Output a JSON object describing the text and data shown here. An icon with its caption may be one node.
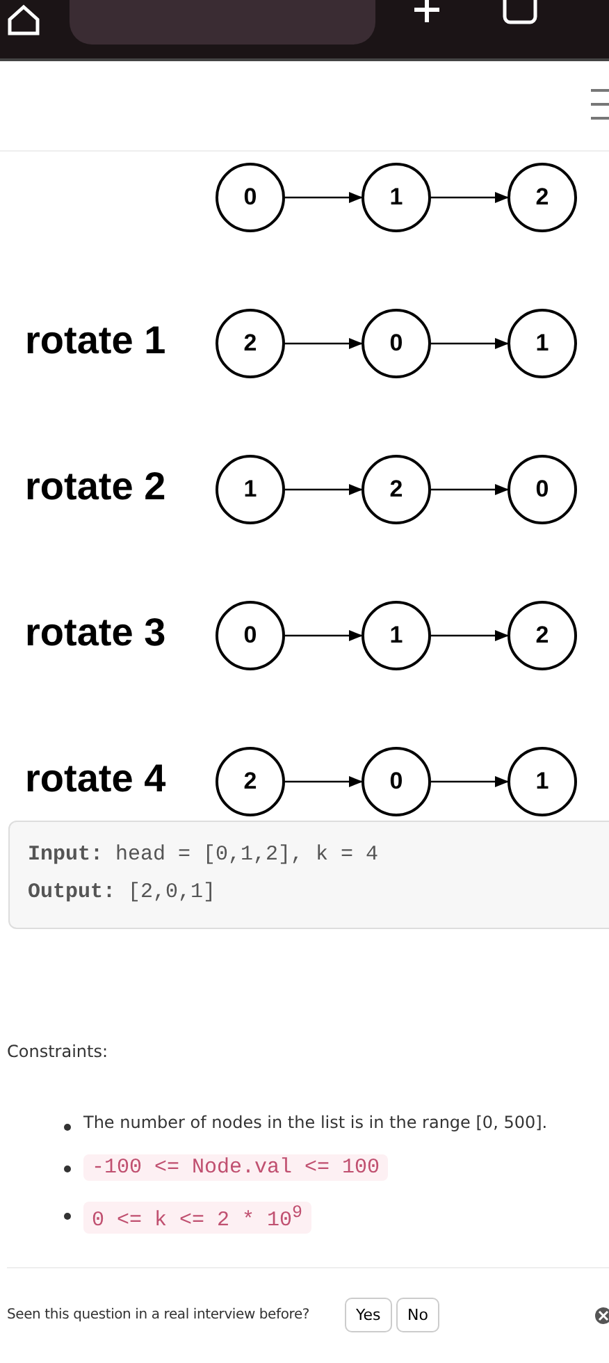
{
  "diagram": {
    "nodes": [
      {
        "text": [
          "0"
        ]
      },
      {
        "text": [
          "1"
        ]
      },
      {
        "text": [
          "2"
        ]
      },
      {
        "text": [
          "2"
        ]
      },
      {
        "text": [
          "0"
        ]
      },
      {
        "text": [
          "1"
        ]
      },
      {
        "text": [
          "1"
        ]
      },
      {
        "text": [
          "2"
        ]
      },
      {
        "text": [
          "0"
        ]
      },
      {
        "text": [
          "0"
        ]
      },
      {
        "text": [
          "1"
        ]
      },
      {
        "text": [
          "2"
        ]
      },
      {
        "text": [
          "2"
        ]
      },
      {
        "text": [
          "0"
        ]
      },
      {
        "text": [
          "1"
        ]
      }
    ],
    "edges": [
      {
        "from": 0,
        "to": 1,
        "arrow": "to"
      },
      {
        "from": 1,
        "to": 2,
        "arrow": "to"
      },
      {
        "from": 3,
        "to": 4,
        "arrow": "to"
      },
      {
        "from": 4,
        "to": 5,
        "arrow": "to"
      },
      {
        "from": 6,
        "to": 7,
        "arrow": "to"
      },
      {
        "from": 7,
        "to": 8,
        "arrow": "to"
      },
      {
        "from": 9,
        "to": 10,
        "arrow": "to"
      },
      {
        "from": 10,
        "to": 11,
        "arrow": "to"
      },
      {
        "from": 12,
        "to": 13,
        "arrow": "to"
      },
      {
        "from": 13,
        "to": 14,
        "arrow": "to"
      }
    ],
    "labels": [
      "rotate 1",
      "rotate 2",
      "rotate 3",
      "rotate 4",
      "**Input:** head = [0,1,2], k = 4",
      "**Output:** [2,0,1]",
      "Constraints:",
      "The number of nodes in the list is in the range [0, 500].",
      "-100 <= Node.val <= 100",
      "0 <= k <= 2 * 10$^{9}$",
      "Seen this question in a real interview before?",
      "Yes",
      "No"
    ]
  }
}
